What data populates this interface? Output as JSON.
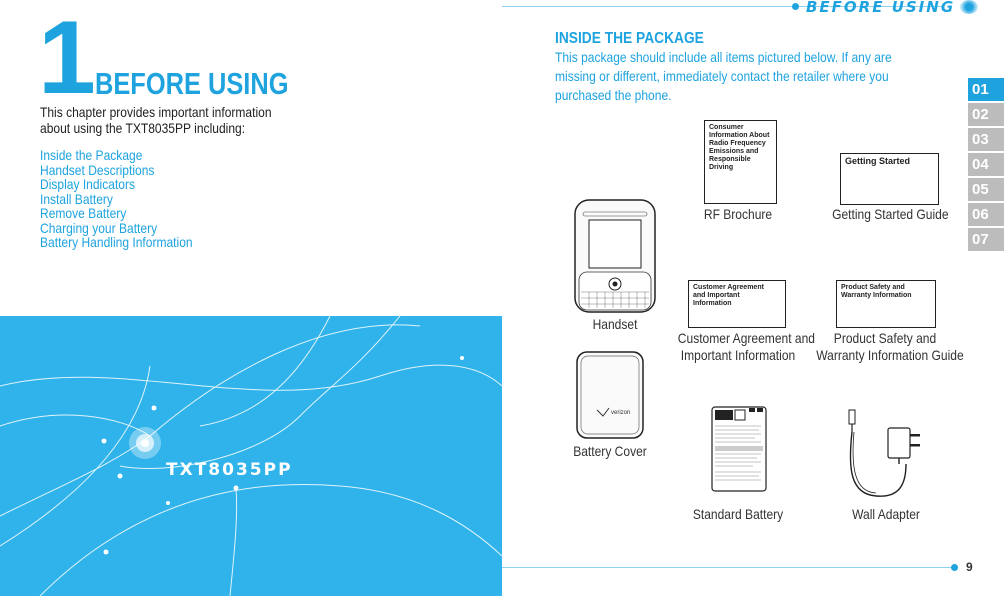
{
  "left": {
    "chapter_number": "1",
    "chapter_title": "BEFORE USING",
    "intro": "This chapter provides important information about using the TXT8035PP including:",
    "toc": [
      "Inside the Package",
      "Handset Descriptions",
      "Display Indicators",
      "Install Battery",
      "Remove Battery",
      "Charging your Battery",
      "Battery Handling Information"
    ],
    "model_name": "TXT8035PP"
  },
  "header": {
    "running_title": "BEFORE USING"
  },
  "section": {
    "title": "INSIDE THE PACKAGE",
    "body": "This package should include all items pictured below. If any are missing or different, immediately contact the retailer where you purchased the phone."
  },
  "tabs": [
    "01",
    "02",
    "03",
    "04",
    "05",
    "06",
    "07"
  ],
  "active_tab": "01",
  "items": {
    "handset": "Handset",
    "rf_brochure": "RF Brochure",
    "rf_brochure_cover": "Consumer Information About Radio Frequency Emissions and Responsible Driving",
    "getting_started": "Getting Started Guide",
    "getting_started_cover": "Getting Started",
    "customer_agreement_l1": "Customer Agreement and",
    "customer_agreement_l2": "Important Information",
    "customer_agreement_cover": "Customer Agreement and Important Information",
    "product_safety_l1": "Product Safety and",
    "product_safety_l2": "Warranty Information Guide",
    "product_safety_cover": "Product Safety and Warranty Information",
    "battery_cover": "Battery Cover",
    "standard_battery": "Standard Battery",
    "wall_adapter": "Wall Adapter"
  },
  "page_number": "9",
  "colors": {
    "accent": "#1ea3df",
    "panel": "#2fb3ea",
    "tab_inactive": "#bcbcbc"
  }
}
